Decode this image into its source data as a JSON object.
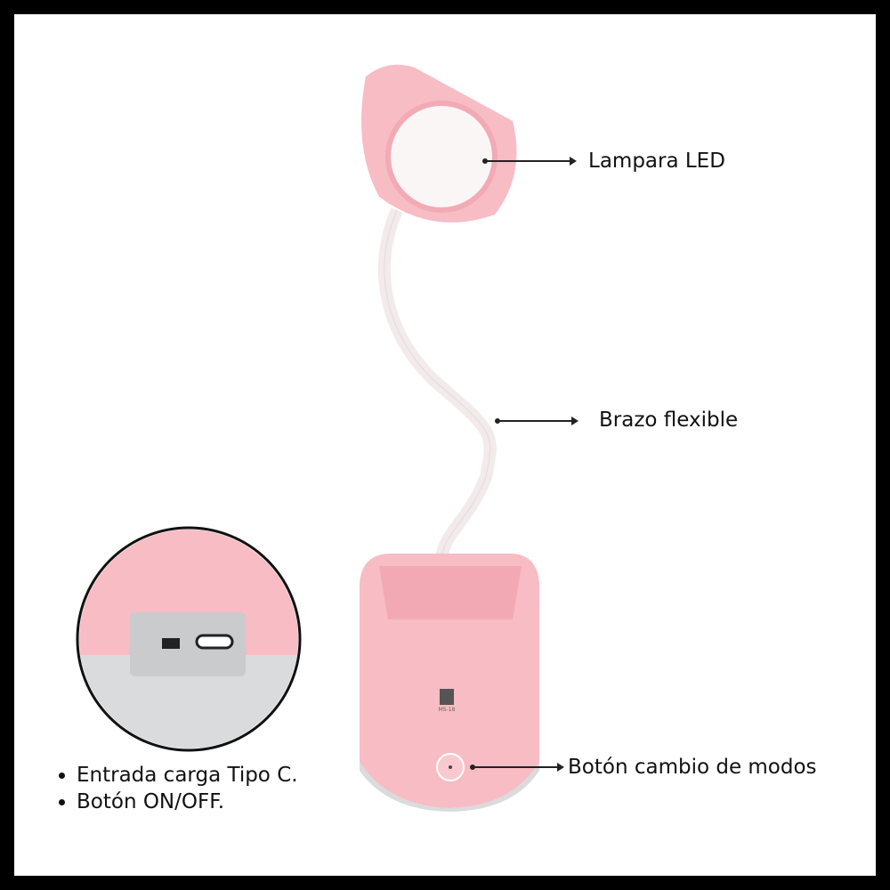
{
  "callouts": {
    "lamp": "Lampara LED",
    "arm": "Brazo flexible",
    "button": "Botón cambio de modos"
  },
  "features": [
    "Entrada carga Tipo C.",
    "Botón ON/OFF."
  ],
  "product_logo_text": "MS-18",
  "colors": {
    "lamp_pink": "#f7bcc4",
    "base_grey": "#d9dbdc",
    "frame": "#000000"
  }
}
